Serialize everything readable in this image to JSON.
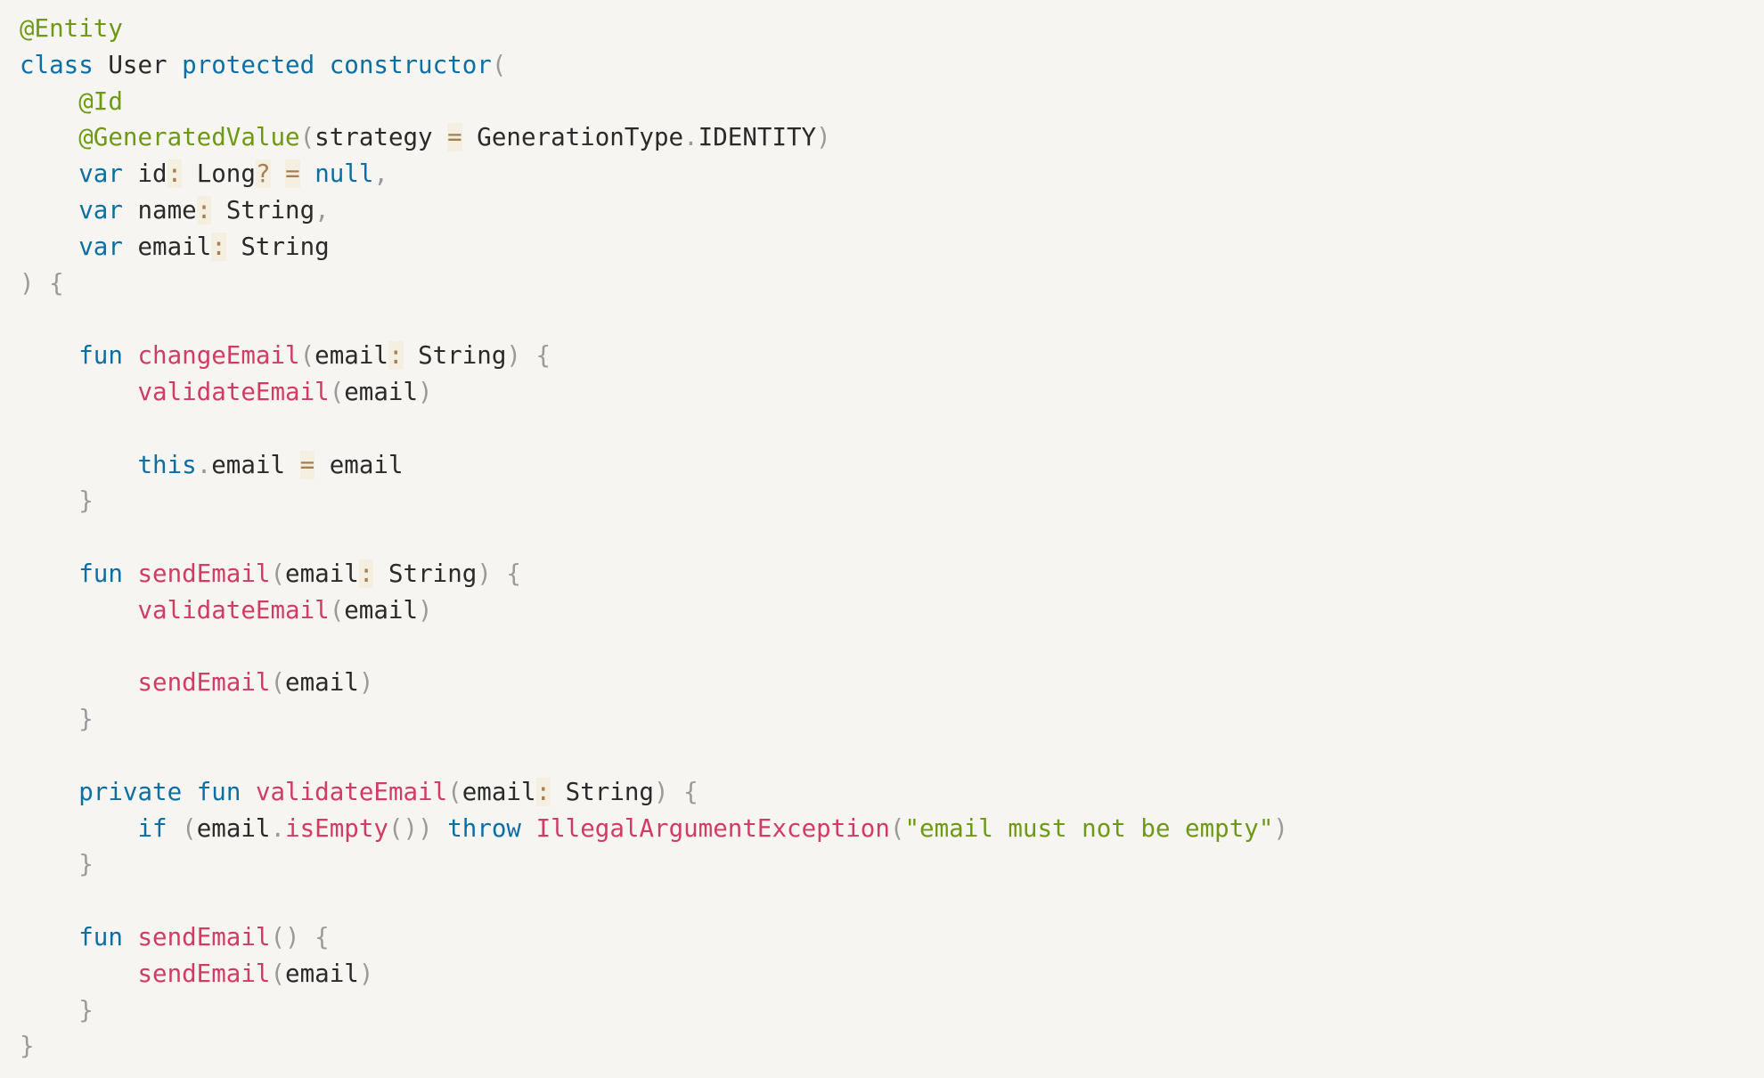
{
  "lines": [
    [
      {
        "t": "@Entity",
        "k": "annotation"
      }
    ],
    [
      {
        "t": "class",
        "k": "keyword"
      },
      {
        "t": " User ",
        "k": "plain"
      },
      {
        "t": "protected",
        "k": "keyword"
      },
      {
        "t": " ",
        "k": "plain"
      },
      {
        "t": "constructor",
        "k": "keyword"
      },
      {
        "t": "(",
        "k": "punct"
      }
    ],
    [
      {
        "t": "    ",
        "k": "plain"
      },
      {
        "t": "@Id",
        "k": "annotation"
      }
    ],
    [
      {
        "t": "    ",
        "k": "plain"
      },
      {
        "t": "@GeneratedValue",
        "k": "annotation"
      },
      {
        "t": "(",
        "k": "punct"
      },
      {
        "t": "strategy ",
        "k": "plain"
      },
      {
        "t": "=",
        "k": "operator"
      },
      {
        "t": " GenerationType",
        "k": "plain"
      },
      {
        "t": ".",
        "k": "punct"
      },
      {
        "t": "IDENTITY",
        "k": "plain"
      },
      {
        "t": ")",
        "k": "punct"
      }
    ],
    [
      {
        "t": "    ",
        "k": "plain"
      },
      {
        "t": "var",
        "k": "keyword"
      },
      {
        "t": " id",
        "k": "plain"
      },
      {
        "t": ":",
        "k": "operator"
      },
      {
        "t": " Long",
        "k": "plain"
      },
      {
        "t": "?",
        "k": "operator"
      },
      {
        "t": " ",
        "k": "plain"
      },
      {
        "t": "=",
        "k": "operator"
      },
      {
        "t": " ",
        "k": "plain"
      },
      {
        "t": "null",
        "k": "keyword"
      },
      {
        "t": ",",
        "k": "punct"
      }
    ],
    [
      {
        "t": "    ",
        "k": "plain"
      },
      {
        "t": "var",
        "k": "keyword"
      },
      {
        "t": " name",
        "k": "plain"
      },
      {
        "t": ":",
        "k": "operator"
      },
      {
        "t": " String",
        "k": "plain"
      },
      {
        "t": ",",
        "k": "punct"
      }
    ],
    [
      {
        "t": "    ",
        "k": "plain"
      },
      {
        "t": "var",
        "k": "keyword"
      },
      {
        "t": " email",
        "k": "plain"
      },
      {
        "t": ":",
        "k": "operator"
      },
      {
        "t": " String",
        "k": "plain"
      }
    ],
    [
      {
        "t": ") {",
        "k": "punct"
      }
    ],
    [],
    [
      {
        "t": "    ",
        "k": "plain"
      },
      {
        "t": "fun",
        "k": "keyword"
      },
      {
        "t": " ",
        "k": "plain"
      },
      {
        "t": "changeEmail",
        "k": "function"
      },
      {
        "t": "(",
        "k": "punct"
      },
      {
        "t": "email",
        "k": "plain"
      },
      {
        "t": ":",
        "k": "operator"
      },
      {
        "t": " String",
        "k": "plain"
      },
      {
        "t": ") {",
        "k": "punct"
      }
    ],
    [
      {
        "t": "        ",
        "k": "plain"
      },
      {
        "t": "validateEmail",
        "k": "function"
      },
      {
        "t": "(",
        "k": "punct"
      },
      {
        "t": "email",
        "k": "plain"
      },
      {
        "t": ")",
        "k": "punct"
      }
    ],
    [],
    [
      {
        "t": "        ",
        "k": "plain"
      },
      {
        "t": "this",
        "k": "keyword"
      },
      {
        "t": ".",
        "k": "punct"
      },
      {
        "t": "email ",
        "k": "plain"
      },
      {
        "t": "=",
        "k": "operator"
      },
      {
        "t": " email",
        "k": "plain"
      }
    ],
    [
      {
        "t": "    }",
        "k": "punct"
      }
    ],
    [],
    [
      {
        "t": "    ",
        "k": "plain"
      },
      {
        "t": "fun",
        "k": "keyword"
      },
      {
        "t": " ",
        "k": "plain"
      },
      {
        "t": "sendEmail",
        "k": "function"
      },
      {
        "t": "(",
        "k": "punct"
      },
      {
        "t": "email",
        "k": "plain"
      },
      {
        "t": ":",
        "k": "operator"
      },
      {
        "t": " String",
        "k": "plain"
      },
      {
        "t": ") {",
        "k": "punct"
      }
    ],
    [
      {
        "t": "        ",
        "k": "plain"
      },
      {
        "t": "validateEmail",
        "k": "function"
      },
      {
        "t": "(",
        "k": "punct"
      },
      {
        "t": "email",
        "k": "plain"
      },
      {
        "t": ")",
        "k": "punct"
      }
    ],
    [],
    [
      {
        "t": "        ",
        "k": "plain"
      },
      {
        "t": "sendEmail",
        "k": "function"
      },
      {
        "t": "(",
        "k": "punct"
      },
      {
        "t": "email",
        "k": "plain"
      },
      {
        "t": ")",
        "k": "punct"
      }
    ],
    [
      {
        "t": "    }",
        "k": "punct"
      }
    ],
    [],
    [
      {
        "t": "    ",
        "k": "plain"
      },
      {
        "t": "private",
        "k": "keyword"
      },
      {
        "t": " ",
        "k": "plain"
      },
      {
        "t": "fun",
        "k": "keyword"
      },
      {
        "t": " ",
        "k": "plain"
      },
      {
        "t": "validateEmail",
        "k": "function"
      },
      {
        "t": "(",
        "k": "punct"
      },
      {
        "t": "email",
        "k": "plain"
      },
      {
        "t": ":",
        "k": "operator"
      },
      {
        "t": " String",
        "k": "plain"
      },
      {
        "t": ") {",
        "k": "punct"
      }
    ],
    [
      {
        "t": "        ",
        "k": "plain"
      },
      {
        "t": "if",
        "k": "keyword"
      },
      {
        "t": " (",
        "k": "punct"
      },
      {
        "t": "email",
        "k": "plain"
      },
      {
        "t": ".",
        "k": "punct"
      },
      {
        "t": "isEmpty",
        "k": "function"
      },
      {
        "t": "()) ",
        "k": "punct"
      },
      {
        "t": "throw",
        "k": "keyword"
      },
      {
        "t": " ",
        "k": "plain"
      },
      {
        "t": "IllegalArgumentException",
        "k": "function"
      },
      {
        "t": "(",
        "k": "punct"
      },
      {
        "t": "\"email must not be empty\"",
        "k": "string"
      },
      {
        "t": ")",
        "k": "punct"
      }
    ],
    [
      {
        "t": "    }",
        "k": "punct"
      }
    ],
    [],
    [
      {
        "t": "    ",
        "k": "plain"
      },
      {
        "t": "fun",
        "k": "keyword"
      },
      {
        "t": " ",
        "k": "plain"
      },
      {
        "t": "sendEmail",
        "k": "function"
      },
      {
        "t": "() {",
        "k": "punct"
      }
    ],
    [
      {
        "t": "        ",
        "k": "plain"
      },
      {
        "t": "sendEmail",
        "k": "function"
      },
      {
        "t": "(",
        "k": "punct"
      },
      {
        "t": "email",
        "k": "plain"
      },
      {
        "t": ")",
        "k": "punct"
      }
    ],
    [
      {
        "t": "    }",
        "k": "punct"
      }
    ],
    [
      {
        "t": "}",
        "k": "punct"
      }
    ]
  ],
  "colors": {
    "background": "#f6f5f1",
    "annotation": "#6e9a13",
    "keyword": "#0b6fa4",
    "function": "#d23c62",
    "string": "#6e9a13",
    "punct": "#9a9a9a",
    "operator": "#a67f52",
    "plain": "#2a2a2a"
  }
}
